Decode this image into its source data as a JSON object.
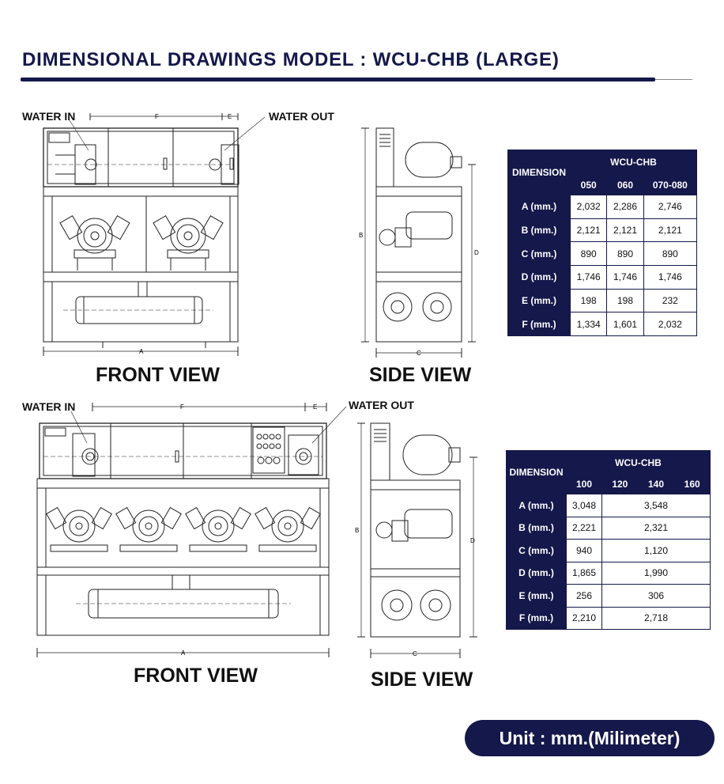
{
  "title": "DIMENSIONAL DRAWINGS MODEL : WCU-CHB (LARGE)",
  "unit_note": "Unit : mm.(Milimeter)",
  "section1": {
    "water_in": "WATER IN",
    "water_out": "WATER OUT",
    "front_view": "FRONT VIEW",
    "side_view": "SIDE VIEW",
    "dims": {
      "a": "A",
      "b": "B",
      "c": "C",
      "d": "D",
      "e": "E",
      "f": "F"
    }
  },
  "section2": {
    "water_in": "WATER IN",
    "water_out": "WATER OUT",
    "front_view": "FRONT VIEW",
    "side_view": "SIDE VIEW",
    "dims": {
      "a": "A",
      "b": "B",
      "c": "C",
      "d": "D",
      "e": "E",
      "f": "F"
    }
  },
  "table1": {
    "corner": "DIMENSION",
    "group": "WCU-CHB",
    "models": [
      "050",
      "060",
      "070-080"
    ],
    "rows": [
      {
        "label": "A (mm.)",
        "values": [
          "2,032",
          "2,286",
          "2,746"
        ]
      },
      {
        "label": "B (mm.)",
        "values": [
          "2,121",
          "2,121",
          "2,121"
        ]
      },
      {
        "label": "C (mm.)",
        "values": [
          "890",
          "890",
          "890"
        ]
      },
      {
        "label": "D (mm.)",
        "values": [
          "1,746",
          "1,746",
          "1,746"
        ]
      },
      {
        "label": "E (mm.)",
        "values": [
          "198",
          "198",
          "232"
        ]
      },
      {
        "label": "F (mm.)",
        "values": [
          "1,334",
          "1,601",
          "2,032"
        ]
      }
    ]
  },
  "table2": {
    "corner": "DIMENSION",
    "group": "WCU-CHB",
    "models": [
      "100",
      "120",
      "140",
      "160"
    ],
    "rows": [
      {
        "label": "A (mm.)",
        "first": "3,048",
        "rest": "3,548"
      },
      {
        "label": "B (mm.)",
        "first": "2,221",
        "rest": "2,321"
      },
      {
        "label": "C (mm.)",
        "first": "940",
        "rest": "1,120"
      },
      {
        "label": "D (mm.)",
        "first": "1,865",
        "rest": "1,990"
      },
      {
        "label": "E (mm.)",
        "first": "256",
        "rest": "306"
      },
      {
        "label": "F (mm.)",
        "first": "2,210",
        "rest": "2,718"
      }
    ]
  }
}
